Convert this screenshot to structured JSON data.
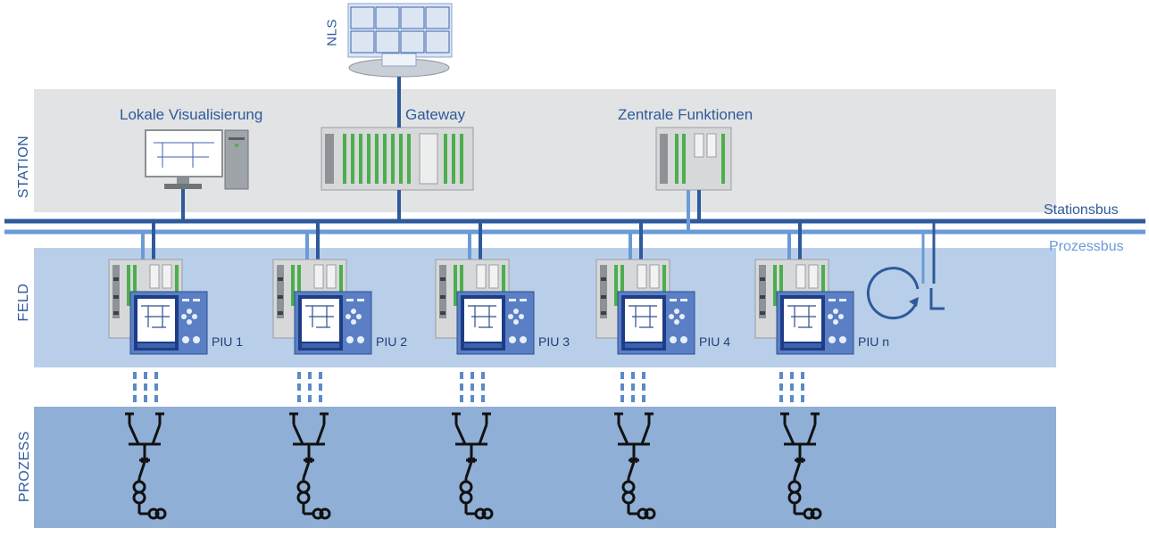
{
  "layers": {
    "station": "STATION",
    "feld": "FELD",
    "prozess": "PROZESS"
  },
  "devices": {
    "nls": "NLS",
    "lokale_visualisierung": "Lokale Visualisierung",
    "gateway": "Gateway",
    "zentrale_funktionen": "Zentrale Funktionen"
  },
  "buses": {
    "stationsbus": "Stationsbus",
    "prozessbus": "Prozessbus"
  },
  "pius": [
    {
      "label": "PIU 1"
    },
    {
      "label": "PIU 2"
    },
    {
      "label": "PIU 3"
    },
    {
      "label": "PIU 4"
    },
    {
      "label": "PIU n"
    }
  ],
  "colors": {
    "stationsbus": "#2e5a9c",
    "prozessbus": "#6a9bd6",
    "label": "#2e5a9c"
  },
  "icons": {
    "clock": "clock-icon",
    "switchgear": "switchgear-icon"
  }
}
